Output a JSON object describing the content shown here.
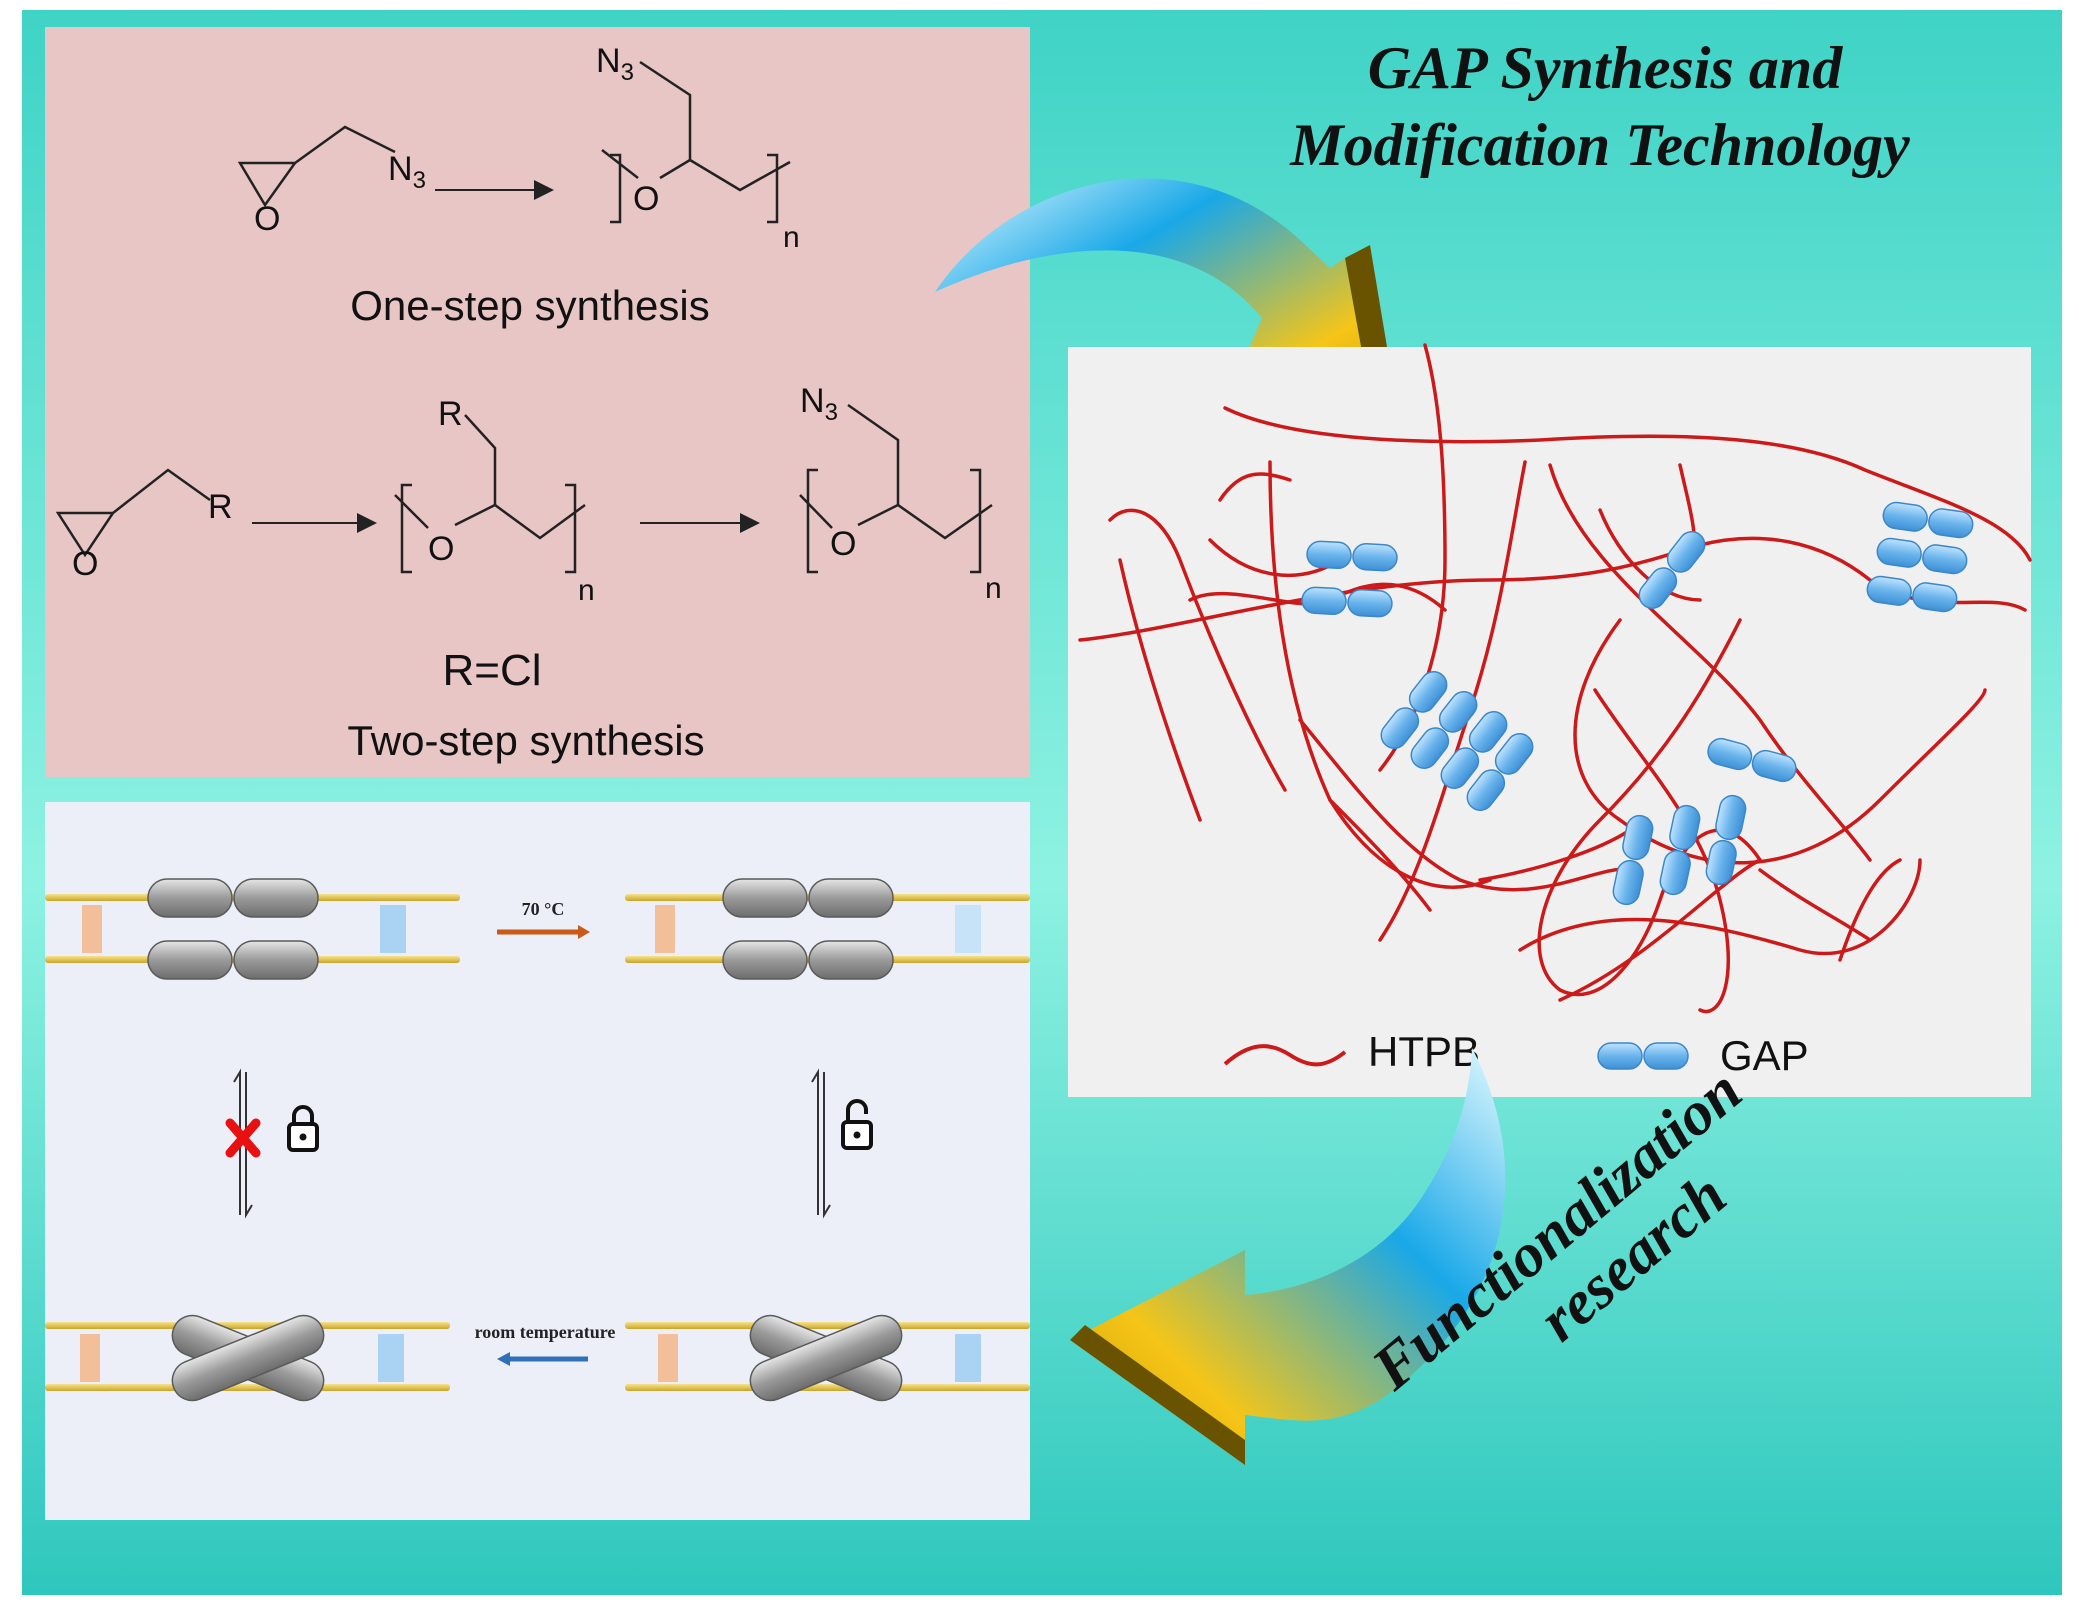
{
  "header": {
    "title_line1": "GAP Synthesis and",
    "title_line2": "Modification Technology"
  },
  "synthesis": {
    "azide_group": "N3",
    "r_group": "R",
    "oxygen": "O",
    "repeat_n": "n",
    "one_step_label": "One-step synthesis",
    "r_definition": "R=Cl",
    "two_step_label": "Two-step synthesis"
  },
  "self_healing": {
    "heat_condition": "70 °C",
    "cool_condition": "room temperature",
    "locked_icon": "lock-closed-icon",
    "unlocked_icon": "lock-open-icon",
    "blocked_marker": "red-cross-icon"
  },
  "network": {
    "legend_htpb": "HTPB",
    "legend_gap": "GAP",
    "htpb_color": "#cc1a1a",
    "gap_color": "#6ab4ec"
  },
  "footer": {
    "functional_line1": "Functionalization",
    "functional_line2": "research"
  },
  "colors": {
    "background_teal": "#3fd3c6",
    "synthesis_panel": "#e8c6c6",
    "healing_panel": "#eceff8",
    "network_panel": "#f0f0f0",
    "arrow_gold": "#f5c518",
    "arrow_blue": "#19a8e8"
  }
}
